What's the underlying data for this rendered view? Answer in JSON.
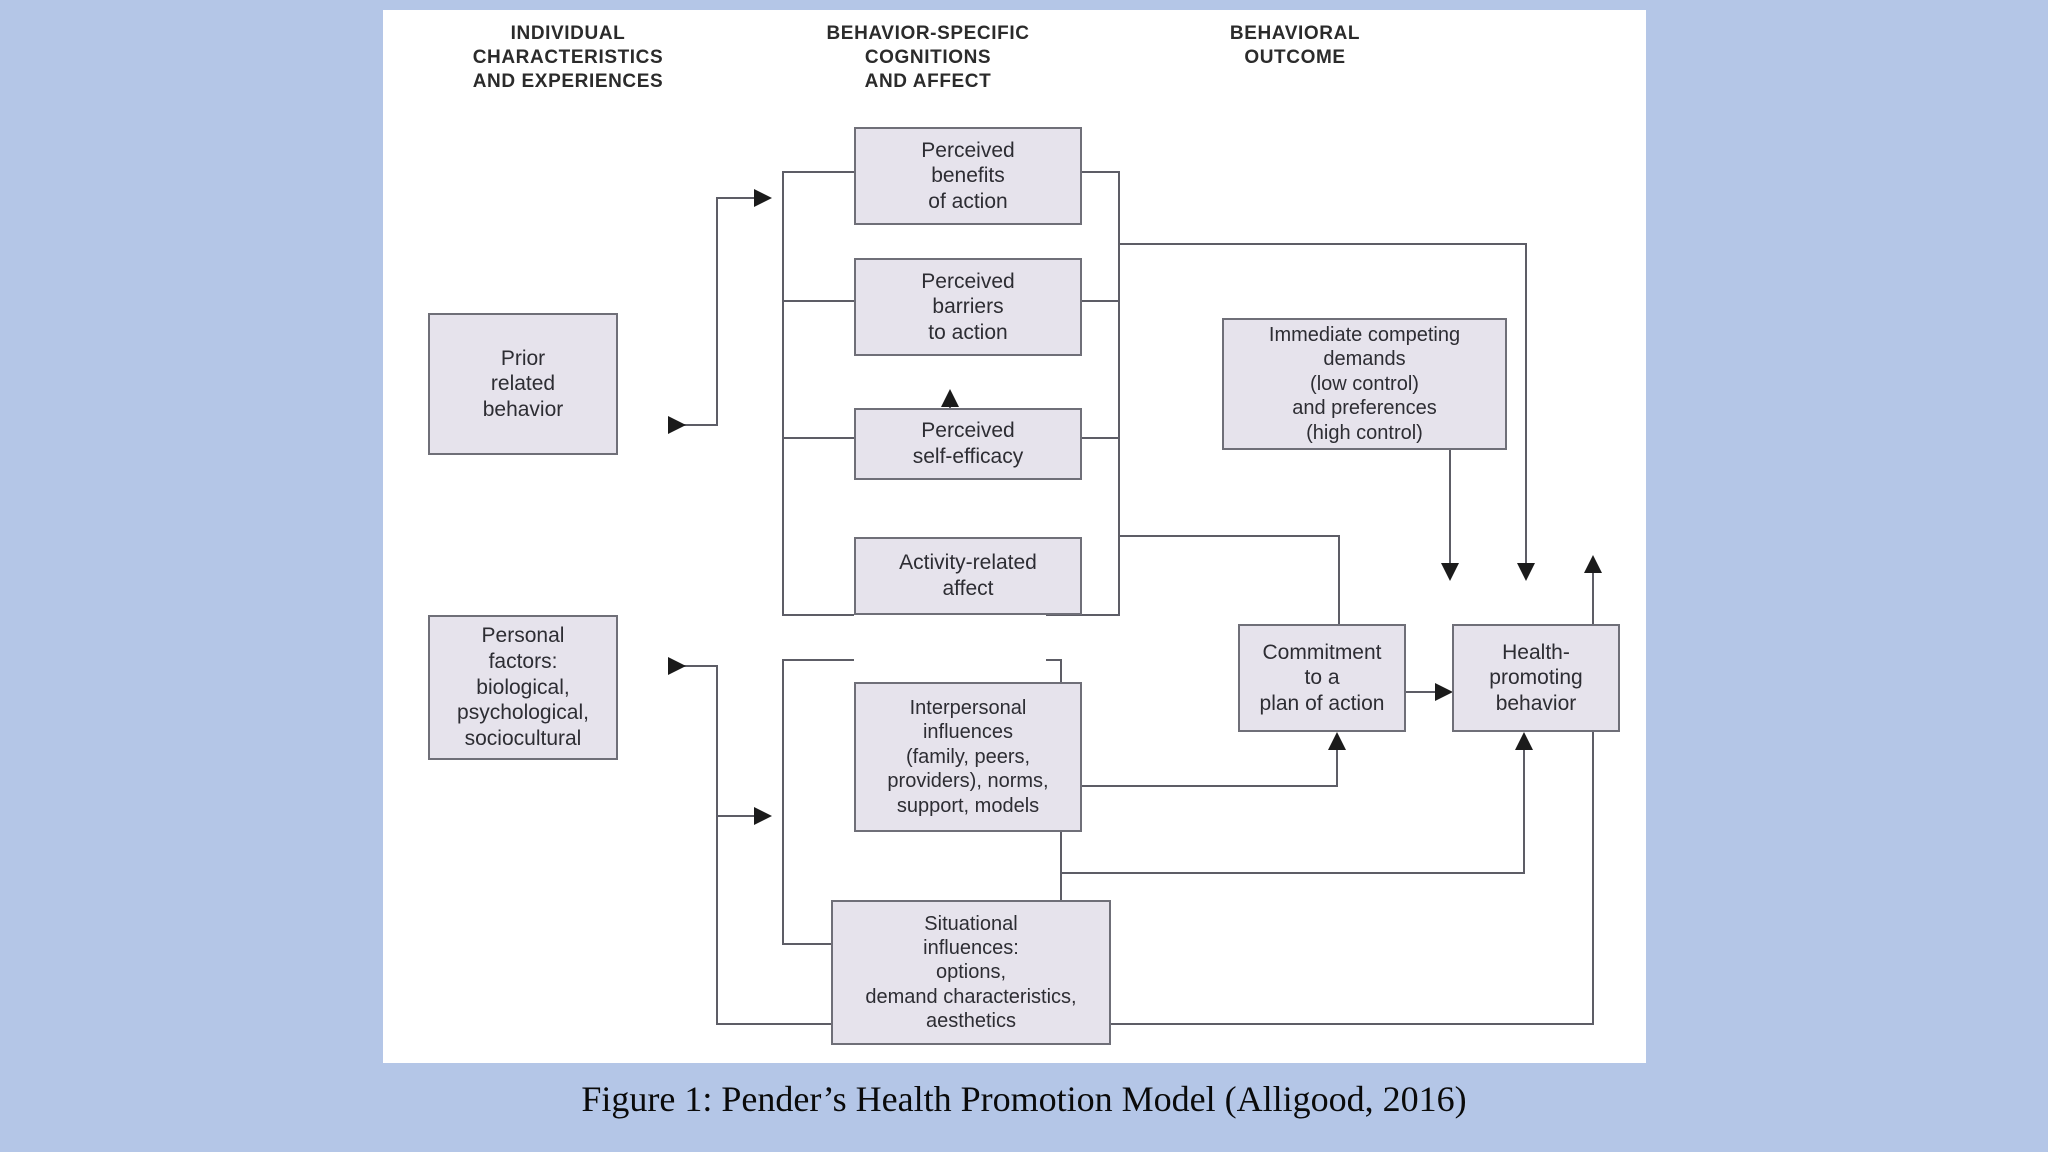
{
  "figure": {
    "caption": "Figure 1: Pender’s Health Promotion Model (Alligood, 2016)",
    "panel_background": "#ffffff",
    "page_background": "#b4c6e7",
    "box_fill": "#e6e3ec",
    "box_border": "#6f6f78",
    "connector_color": "#5d5d66"
  },
  "headings": {
    "individual": "INDIVIDUAL\nCHARACTERISTICS\nAND EXPERIENCES",
    "cognitions": "BEHAVIOR-SPECIFIC\nCOGNITIONS\nAND AFFECT",
    "outcome": "BEHAVIORAL\nOUTCOME"
  },
  "boxes": {
    "prior_related_behavior": "Prior\nrelated\nbehavior",
    "personal_factors": "Personal\nfactors:\nbiological,\npsychological,\nsociocultural",
    "perceived_benefits": "Perceived\nbenefits\nof action",
    "perceived_barriers": "Perceived\nbarriers\nto action",
    "perceived_self_efficacy": "Perceived\nself-efficacy",
    "activity_related_affect": "Activity-related\naffect",
    "interpersonal_influences": "Interpersonal\ninfluences\n(family, peers,\nproviders), norms,\nsupport, models",
    "situational_influences": "Situational\ninfluences:\noptions,\ndemand characteristics,\naesthetics",
    "immediate_competing_demands": "Immediate competing\ndemands\n(low control)\nand preferences\n(high control)",
    "commitment_to_plan": "Commitment\nto a\nplan of action",
    "health_promoting_behavior": "Health-\npromoting\nbehavior"
  },
  "chart_data": {
    "type": "diagram",
    "title": "Pender’s Health Promotion Model",
    "columns": [
      "INDIVIDUAL CHARACTERISTICS AND EXPERIENCES",
      "BEHAVIOR-SPECIFIC COGNITIONS AND AFFECT",
      "BEHAVIORAL OUTCOME"
    ],
    "nodes": [
      {
        "id": "prior_related_behavior",
        "label": "Prior related behavior",
        "column": 1
      },
      {
        "id": "personal_factors",
        "label": "Personal factors: biological, psychological, sociocultural",
        "column": 1
      },
      {
        "id": "perceived_benefits",
        "label": "Perceived benefits of action",
        "column": 2
      },
      {
        "id": "perceived_barriers",
        "label": "Perceived barriers to action",
        "column": 2
      },
      {
        "id": "perceived_self_efficacy",
        "label": "Perceived self-efficacy",
        "column": 2
      },
      {
        "id": "activity_related_affect",
        "label": "Activity-related affect",
        "column": 2
      },
      {
        "id": "interpersonal_influences",
        "label": "Interpersonal influences (family, peers, providers), norms, support, models",
        "column": 2
      },
      {
        "id": "situational_influences",
        "label": "Situational influences: options, demand characteristics, aesthetics",
        "column": 2
      },
      {
        "id": "immediate_competing_demands",
        "label": "Immediate competing demands (low control) and preferences (high control)",
        "column": 3
      },
      {
        "id": "commitment_to_plan",
        "label": "Commitment to a plan of action",
        "column": 3
      },
      {
        "id": "health_promoting_behavior",
        "label": "Health-promoting behavior",
        "column": 3
      }
    ],
    "edges": [
      {
        "from": "prior_related_behavior",
        "to": "perceived_benefits"
      },
      {
        "from": "prior_related_behavior",
        "to": "perceived_barriers"
      },
      {
        "from": "prior_related_behavior",
        "to": "perceived_self_efficacy"
      },
      {
        "from": "prior_related_behavior",
        "to": "activity_related_affect"
      },
      {
        "from": "personal_factors",
        "to": "perceived_benefits"
      },
      {
        "from": "personal_factors",
        "to": "perceived_barriers"
      },
      {
        "from": "personal_factors",
        "to": "perceived_self_efficacy"
      },
      {
        "from": "personal_factors",
        "to": "activity_related_affect"
      },
      {
        "from": "personal_factors",
        "to": "interpersonal_influences"
      },
      {
        "from": "personal_factors",
        "to": "situational_influences"
      },
      {
        "from": "activity_related_affect",
        "to": "perceived_self_efficacy"
      },
      {
        "from": "perceived_self_efficacy",
        "to": "perceived_barriers"
      },
      {
        "from": "perceived_benefits",
        "to": "health_promoting_behavior"
      },
      {
        "from": "perceived_barriers",
        "to": "commitment_to_plan"
      },
      {
        "from": "perceived_self_efficacy",
        "to": "commitment_to_plan"
      },
      {
        "from": "activity_related_affect",
        "to": "commitment_to_plan"
      },
      {
        "from": "interpersonal_influences",
        "to": "commitment_to_plan"
      },
      {
        "from": "situational_influences",
        "to": "health_promoting_behavior"
      },
      {
        "from": "immediate_competing_demands",
        "to": "health_promoting_behavior"
      },
      {
        "from": "commitment_to_plan",
        "to": "health_promoting_behavior"
      }
    ]
  }
}
